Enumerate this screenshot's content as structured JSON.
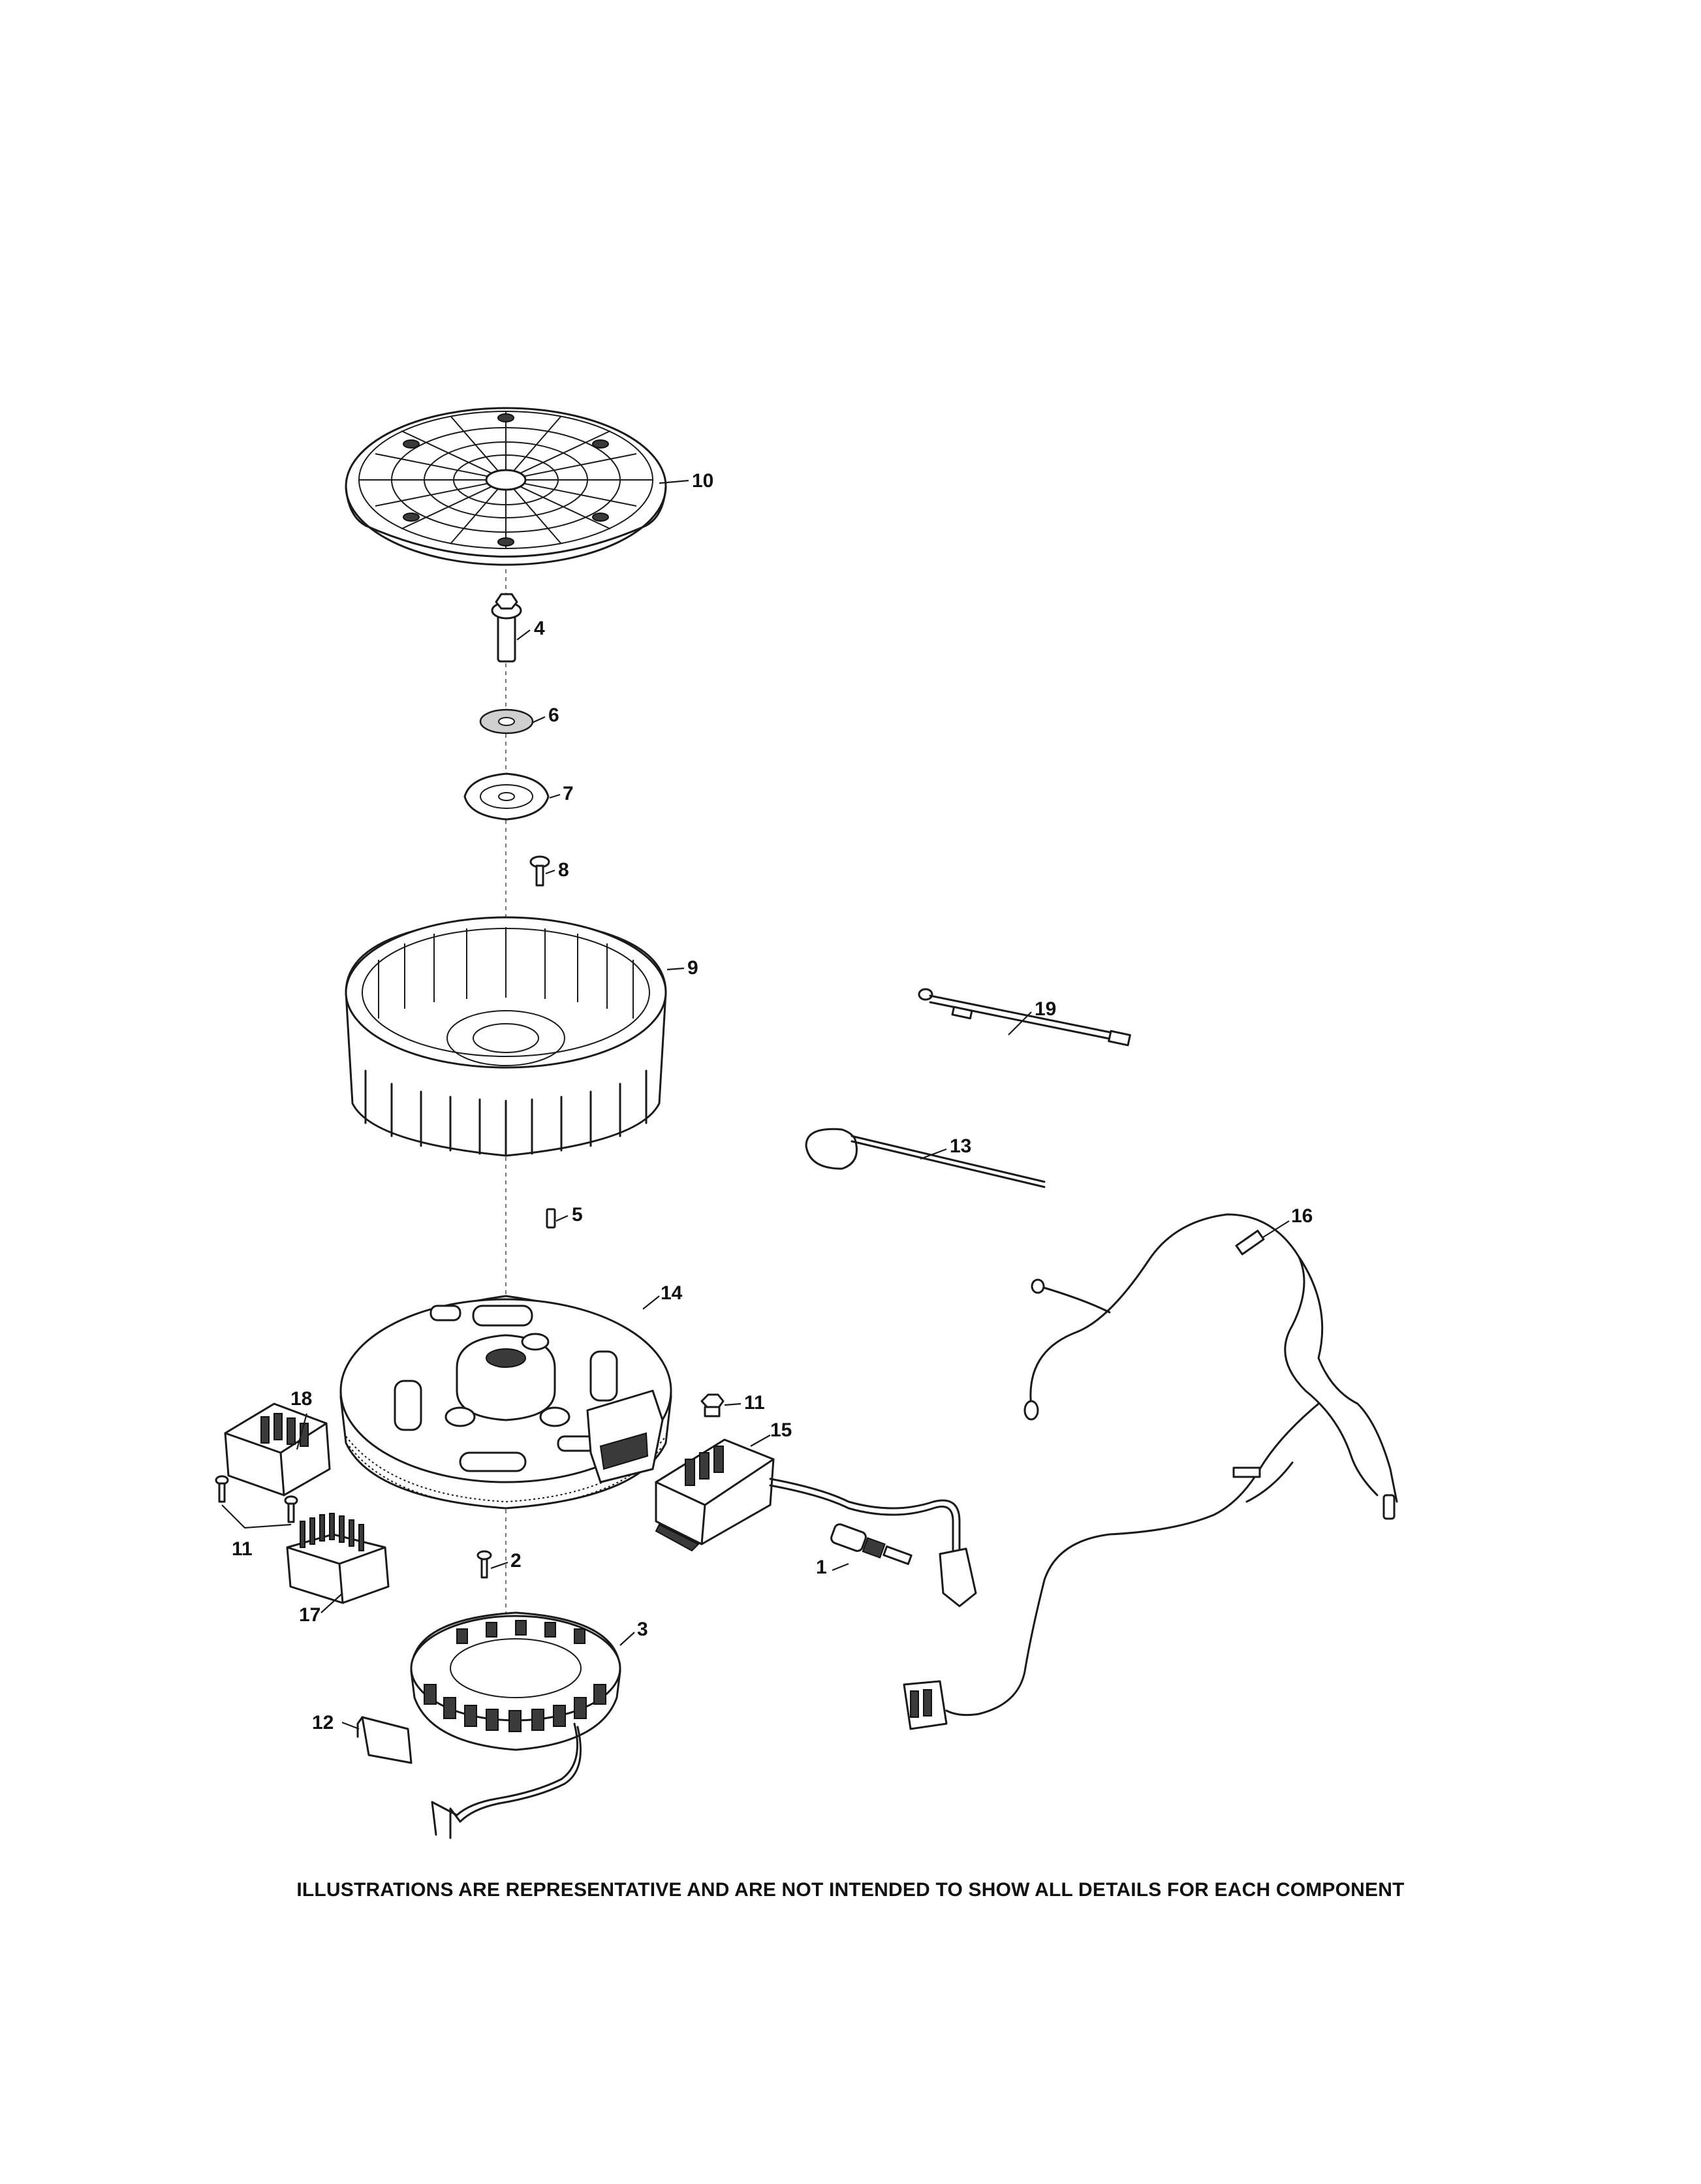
{
  "callouts": {
    "c1": "1",
    "c2": "2",
    "c3": "3",
    "c4": "4",
    "c5": "5",
    "c6": "6",
    "c7": "7",
    "c8": "8",
    "c9": "9",
    "c10": "10",
    "c11a": "11",
    "c11b": "11",
    "c12": "12",
    "c13": "13",
    "c14": "14",
    "c15": "15",
    "c16": "16",
    "c17": "17",
    "c18": "18",
    "c19": "19"
  },
  "disclaimer": "ILLUSTRATIONS ARE REPRESENTATIVE AND ARE NOT INTENDED TO SHOW ALL DETAILS FOR EACH COMPONENT"
}
